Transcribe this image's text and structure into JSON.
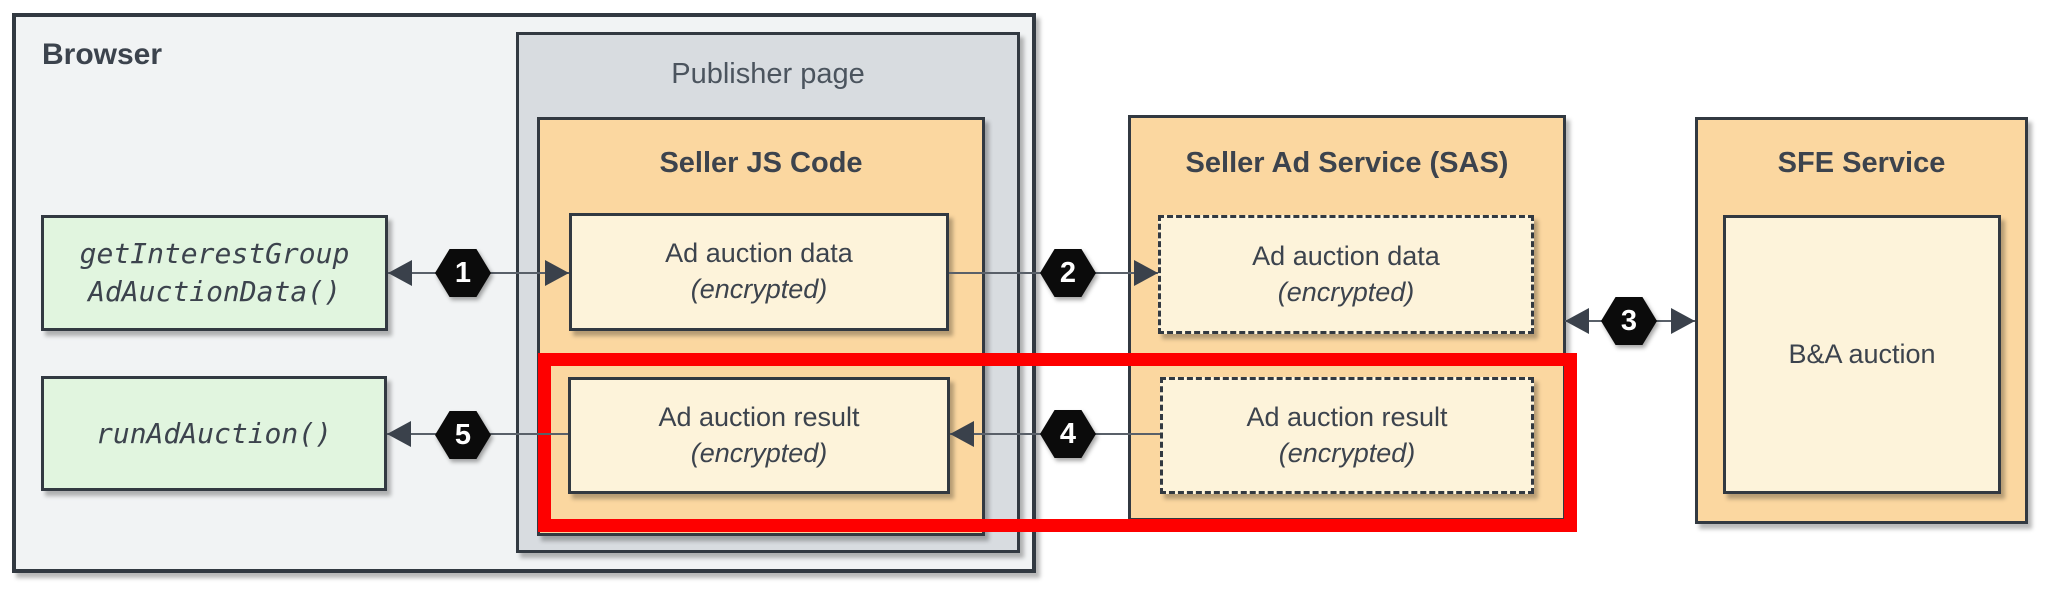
{
  "colors": {
    "background": "#ffffff",
    "browser_fill": "#f1f3f4",
    "publisher_fill": "#d8dce0",
    "service_fill": "#fbd7a0",
    "inner_fill": "#fdf3da",
    "green_fill": "#e1f5df",
    "border_dark": "#323941",
    "arrow": "#596069",
    "step_badge_fill": "#0b0b0b",
    "step_badge_text": "#ffffff",
    "highlight_red": "#fe0000"
  },
  "browser": {
    "label": "Browser",
    "calls": {
      "get_interest_group": {
        "line1": "getInterestGroup",
        "line2": "AdAuctionData()"
      },
      "run_ad_auction": {
        "line1": "runAdAuction()"
      }
    }
  },
  "publisher": {
    "label": "Publisher page",
    "seller_js": {
      "title": "Seller JS Code",
      "data_box": {
        "line1": "Ad auction data",
        "line2": "(encrypted)"
      },
      "result_box": {
        "line1": "Ad auction result",
        "line2": "(encrypted)"
      }
    }
  },
  "sas": {
    "title": "Seller Ad Service (SAS)",
    "data_box": {
      "line1": "Ad auction data",
      "line2": "(encrypted)"
    },
    "result_box": {
      "line1": "Ad auction result",
      "line2": "(encrypted)"
    }
  },
  "sfe": {
    "title": "SFE Service",
    "auction_box": {
      "label": "B&A auction"
    }
  },
  "steps": [
    {
      "n": "1"
    },
    {
      "n": "2"
    },
    {
      "n": "3"
    },
    {
      "n": "4"
    },
    {
      "n": "5"
    }
  ]
}
